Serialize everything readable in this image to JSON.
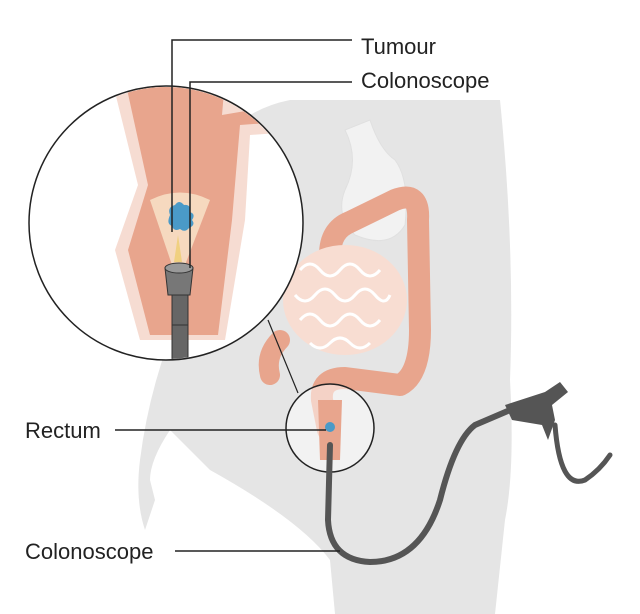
{
  "labels": {
    "tumour": "Tumour",
    "colonoscope_top": "Colonoscope",
    "rectum": "Rectum",
    "colonoscope_bottom": "Colonoscope"
  },
  "colors": {
    "body": "#e5e5e5",
    "colon": "#e8a58d",
    "colon_wall": "#f6dcd2",
    "intestine": "#f8ddd2",
    "tumour": "#4a9ac8",
    "scope": "#555555",
    "line": "#222222"
  }
}
